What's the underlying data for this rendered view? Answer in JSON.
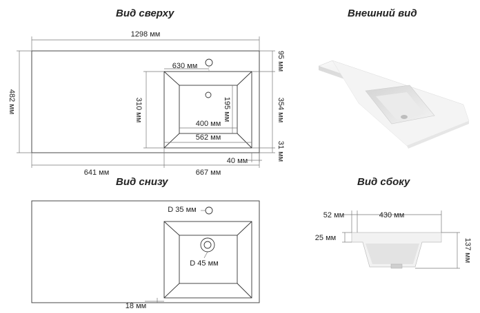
{
  "headings": {
    "top_view": "Вид сверху",
    "external_view": "Внешний вид",
    "bottom_view": "Вид снизу",
    "side_view": "Вид сбоку"
  },
  "top_view": {
    "overall_width": "1298 мм",
    "overall_depth": "482 мм",
    "tap_offset": "630 мм",
    "back_margin": "95 мм",
    "bowl_outer_depth": "310 мм",
    "bowl_inner_depth": "195 мм",
    "bowl_inner_width": "400 мм",
    "bowl_outer_width": "562 мм",
    "bowl_depth_total": "354 мм",
    "front_margin": "31 мм",
    "side_margin": "40 мм",
    "left_part": "641 мм",
    "right_part": "667 мм"
  },
  "bottom_view": {
    "tap_hole": "D 35 мм",
    "drain_hole": "D 45 мм",
    "edge": "18 мм"
  },
  "side_view": {
    "edge_width": "52 мм",
    "bowl_width": "430 мм",
    "rim_height": "25 мм",
    "total_height": "137 мм"
  }
}
